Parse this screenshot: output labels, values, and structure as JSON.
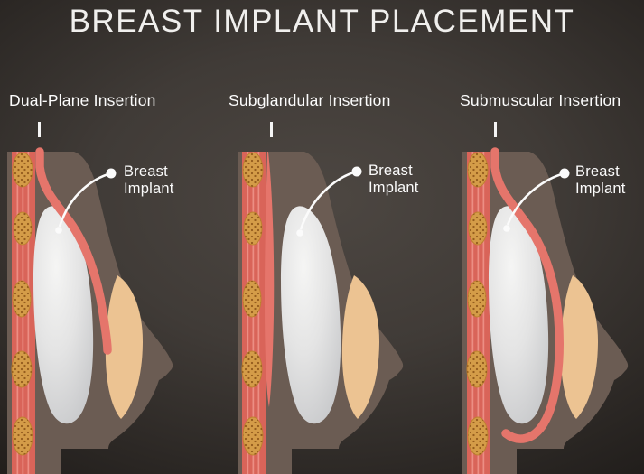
{
  "title": "BREAST IMPLANT PLACEMENT",
  "panels": [
    {
      "label": "Dual-Plane Insertion",
      "callout": {
        "line1": "Breast",
        "line2": "Implant"
      }
    },
    {
      "label": "Subglandular Insertion",
      "callout": {
        "line1": "Breast",
        "line2": "Implant"
      }
    },
    {
      "label": "Submuscular Insertion",
      "callout": {
        "line1": "Breast",
        "line2": "Implant"
      }
    }
  ],
  "colors": {
    "background_center": "#4d4742",
    "background_edge": "#1c1917",
    "title_text": "#f0efed",
    "label_text": "#fcfcfc",
    "torso": "#6b5c53",
    "muscle_stripe": "#d96459",
    "muscle_highlight": "#f0968c",
    "muscle_band": "#e5756b",
    "fat_lobule": "#d49c48",
    "fat_lobule_dots": "#955d1e",
    "fat_lobule_outline": "#bf8030",
    "implant": "#dcdddd",
    "implant_highlight": "#f5f5f4",
    "gland": "#ecc392",
    "callout": "#fbfbfb"
  }
}
